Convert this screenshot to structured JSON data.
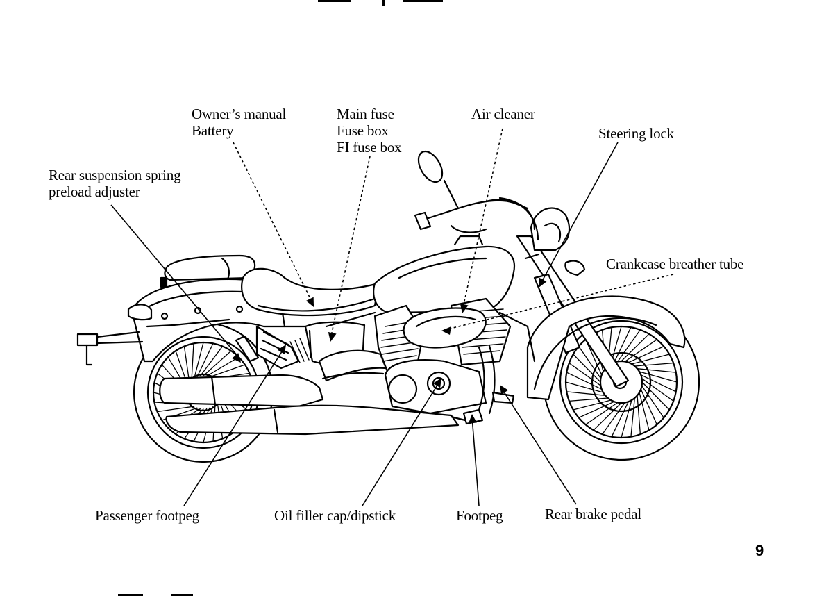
{
  "labels": {
    "owners_manual": "Owner’s manual",
    "battery": "Battery",
    "main_fuse": "Main fuse",
    "fuse_box": "Fuse box",
    "fi_fuse_box": "FI fuse box",
    "air_cleaner": "Air cleaner",
    "steering_lock": "Steering lock",
    "rear_suspension_line1": "Rear suspension spring",
    "rear_suspension_line2": "preload adjuster",
    "crankcase_breather": "Crankcase breather tube",
    "passenger_footpeg": "Passenger footpeg",
    "oil_filler": "Oil filler cap/dipstick",
    "footpeg": "Footpeg",
    "rear_brake_pedal": "Rear brake pedal"
  },
  "page_number": "9"
}
